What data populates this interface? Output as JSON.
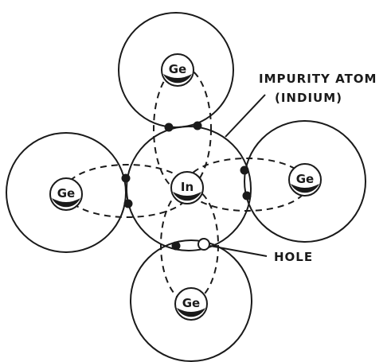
{
  "diagram": {
    "atoms": [
      {
        "id": "top",
        "label": "Ge"
      },
      {
        "id": "left",
        "label": "Ge"
      },
      {
        "id": "center",
        "label": "In"
      },
      {
        "id": "right",
        "label": "Ge"
      },
      {
        "id": "bottom",
        "label": "Ge"
      }
    ],
    "callouts": {
      "impurity_line1": "IMPURITY ATOM",
      "impurity_line2": "(INDIUM)",
      "hole": "HOLE"
    }
  }
}
